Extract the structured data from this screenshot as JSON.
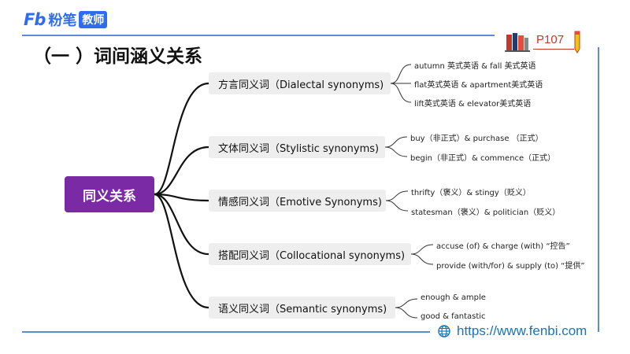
{
  "logo": {
    "mark": "Fb",
    "name": "粉笔",
    "badge": "教师"
  },
  "section_title": "（一 ）词间涵义关系",
  "page_number": "P107",
  "root": {
    "label": "同义关系"
  },
  "branches": [
    {
      "label": "方言同义词（Dialectal synonyms)",
      "leaves": [
        "autumn 英式英语 & fall 美式英语",
        "flat英式英语 & apartment美式英语",
        "lift英式英语 & elevator美式英语"
      ]
    },
    {
      "label": "文体同义词（Stylistic synonyms)",
      "leaves": [
        "buy（非正式）& purchase （正式）",
        "begin（非正式）& commence（正式）"
      ]
    },
    {
      "label": "情感同义词（Emotive Synonyms)",
      "leaves": [
        "thrifty（褒义）& stingy（贬义）",
        "statesman（褒义）& politician（贬义）"
      ]
    },
    {
      "label": "搭配同义词（Collocational synonyms)",
      "leaves": [
        "accuse (of) & charge (with) “控告”",
        "provide (with/for) & supply (to) “提供”"
      ]
    },
    {
      "label": "语义同义词（Semantic synonyms)",
      "leaves": [
        "enough & ample",
        "good & fantastic"
      ]
    }
  ],
  "website": "https://www.fenbi.com",
  "colors": {
    "brand": "#2f6df0",
    "root_fill": "#7b2aa5",
    "branch_fill": "#eeeeee",
    "frame": "#5b8bd6",
    "page_number": "#c0392b"
  }
}
